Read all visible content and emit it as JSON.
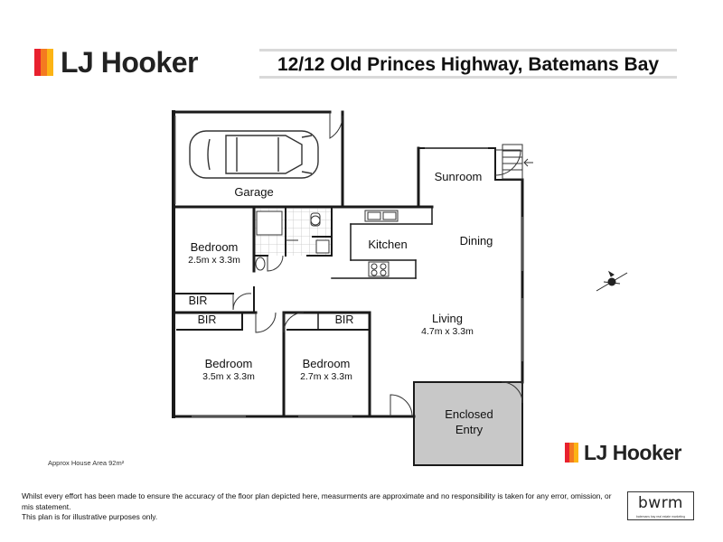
{
  "brand": {
    "name": "LJ Hooker",
    "bar_colors": [
      "#e8212e",
      "#f47a20",
      "#fcb415"
    ]
  },
  "header": {
    "address": "12/12 Old Princes Highway, Batemans Bay"
  },
  "rooms": {
    "garage": {
      "label": "Garage"
    },
    "sunroom": {
      "label": "Sunroom"
    },
    "bedroom_top": {
      "label": "Bedroom",
      "dims": "2.5m x 3.3m"
    },
    "kitchen": {
      "label": "Kitchen"
    },
    "dining": {
      "label": "Dining"
    },
    "bir_1": {
      "label": "BIR"
    },
    "bir_2": {
      "label": "BIR"
    },
    "bir_3": {
      "label": "BIR"
    },
    "living": {
      "label": "Living",
      "dims": "4.7m x 3.3m"
    },
    "bedroom_left": {
      "label": "Bedroom",
      "dims": "3.5m x 3.3m"
    },
    "bedroom_mid": {
      "label": "Bedroom",
      "dims": "2.7m x 3.3m"
    },
    "enclosed_entry": {
      "label_line1": "Enclosed",
      "label_line2": "Entry"
    }
  },
  "footer": {
    "area": "Approx House Area 92m²",
    "disclaimer_line1": "Whilst every effort has been made to ensure the accuracy of the floor plan depicted here, measurments are approximate and no responsibility is taken for any error, omission, or mis statement.",
    "disclaimer_line2": "This plan is for illustrative purposes only.",
    "marketer_logo": "bwrm",
    "marketer_tagline": "batemans bay real estate marketing"
  },
  "colors": {
    "wall": "#1a1a1a",
    "entry_fill": "#c8c8c8",
    "tile": "#bdbdbd"
  }
}
